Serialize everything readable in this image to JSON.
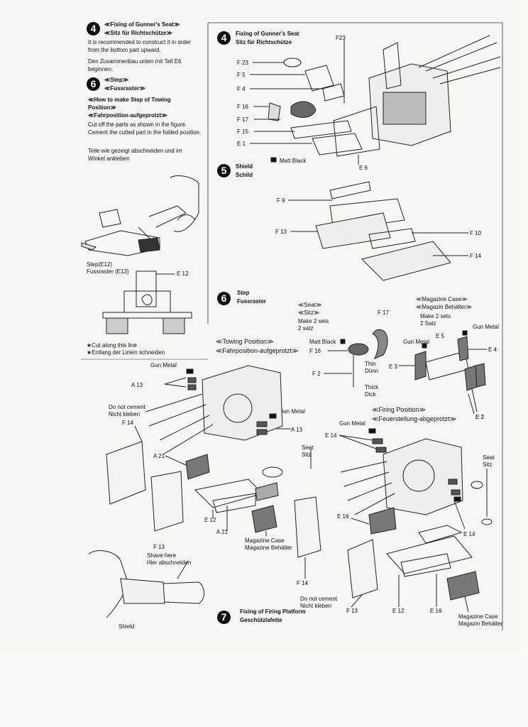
{
  "left": {
    "s4_num": "4",
    "s4_title_en": "≪Fixing of Gunner's Seat≫",
    "s4_title_de": "≪Sitz für Richtschütze≫",
    "s4_text_en": "It is recommended to construct it in order from the bottom part upward.",
    "s4_text_de": "Den Zusammenbau unten mit Teil E6 beginnen.",
    "s6_num": "6",
    "s6_title_en": "≪Step≫",
    "s6_title_de": "≪Fussraster≫",
    "s6_sub_en": "≪How to make Step of Towing Position≫",
    "s6_sub_de": "≪Fahrposition-aufgeprotzt≫",
    "s6_text_en": "Cut off the parts as shown in the figure. Cement the cutted part in the folded position.",
    "s6_text_de": "Teile wie gezeigt abschneiden und im Winkel ankleben",
    "step_en": "Step(E12)",
    "step_de": "Fussraster (E12)",
    "e12": "E 12",
    "cut_en": "★Cut along this line",
    "cut_de": "★Entlang der Linien schneiden"
  },
  "right": {
    "s4_num": "4",
    "s4_title_en": "Fixing of Gunner's Seat",
    "s4_title_de": "Sitz für Richtschütze",
    "parts": [
      "F23",
      "F 23",
      "F 5",
      "F 4",
      "F 16",
      "F 17",
      "F 15",
      "E 1",
      "E 6"
    ],
    "matt_black": "Matt Black",
    "s5_num": "5",
    "s5_title_en": "Shield",
    "s5_title_de": "Schild",
    "s5_parts": [
      "F 9",
      "F 13",
      "F 10",
      "F 14"
    ],
    "s6_num": "6",
    "s6_title_en": "Step",
    "s6_title_de": "Fussraster",
    "seat_en": "≪Seat≫",
    "seat_de": "≪Sitz≫",
    "make2_en": "Make 2 sets",
    "make2_de": "2 satz",
    "f17": "F 17",
    "mag_en": "≪Magazine Case≫",
    "mag_de": "≪Magazin Behälter≫",
    "mag_make_en": "Make 2 sets",
    "mag_make_de": "2 Satz",
    "e5": "E 5",
    "gun_metal": "Gun Metal",
    "e4": "E 4",
    "e3": "E 3",
    "e2": "E 2",
    "f16": "F 16",
    "f2": "F 2",
    "thin_en": "Thin",
    "thin_de": "Dünn",
    "thick_en": "Thick",
    "thick_de": "Dick"
  },
  "towing": {
    "title_en": "≪Towing Position≫",
    "title_de": "≪Fahrposition-aufgeprotzt≫",
    "gun_metal": "Gun Metal",
    "a13": "A 13",
    "nocement_en": "Do not cement",
    "nocement_de": "Nicht kleben",
    "f14": "F 14",
    "a21": "A 21",
    "seat_en": "Seat",
    "seat_de": "Sitz",
    "e12": "E 12",
    "mag_en": "Magazine Case",
    "mag_de": "Magazine Behälter",
    "f13": "F 13",
    "shave_en": "Shave here",
    "shave_de": "Hier abschneiden",
    "shield": "Shield"
  },
  "firing": {
    "title_en": "≪Firing Position≫",
    "title_de": "≪Feuerstellung-abgeprotzt≫",
    "gun_metal": "Gun Metal",
    "e14": "E 14",
    "e2": "E 2",
    "seat_en": "Seat",
    "seat_de": "Sitz",
    "e16": "E 16",
    "f14": "F 14",
    "nocement_en": "Do not cement",
    "nocement_de": "Nicht kleben",
    "f13": "F 13",
    "e12": "E 12",
    "mag_en": "Magazine Case",
    "mag_de": "Magazin Behälter",
    "s7_num": "7",
    "s7_title_en": "Fixing of Firing Platform",
    "s7_title_de": "Geschützlafette"
  }
}
